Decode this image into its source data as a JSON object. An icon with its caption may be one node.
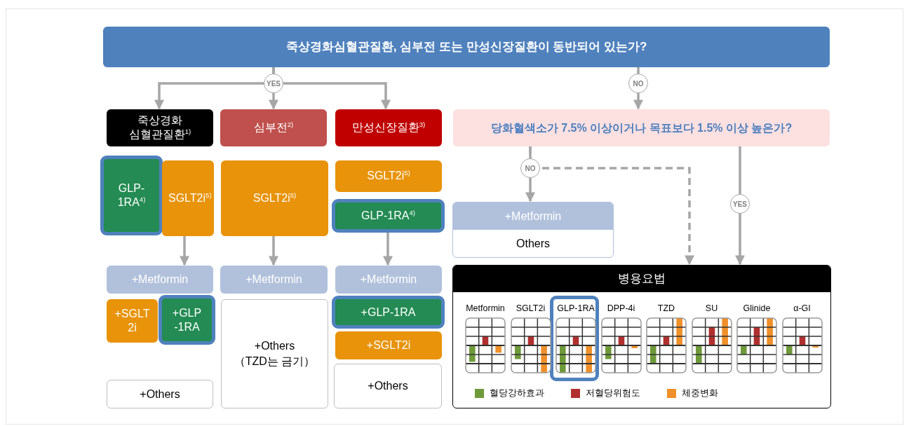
{
  "diagram": {
    "nodes": [
      {
        "text": [
          "죽상경화심혈관질환, 심부전 또는 만성신장질환이 동반되어 있는가?"
        ]
      },
      {
        "text": [
          "죽상경화 심혈관질환$^{1)}$"
        ]
      },
      {
        "text": [
          "심부전$^{2)}$"
        ]
      },
      {
        "text": [
          "만성신장질환$^{3)}$"
        ]
      },
      {
        "text": [
          "GLP-1RA$^{4)}$"
        ]
      },
      {
        "text": [
          "SGLT2i$^{5)}$"
        ]
      },
      {
        "text": [
          "SGLT2i$^{5)}$"
        ]
      },
      {
        "text": [
          "SGLT2i$^{5)}$"
        ]
      },
      {
        "text": [
          "GLP-1RA$^{4)}$"
        ]
      },
      {
        "text": [
          "+Metformin"
        ]
      },
      {
        "text": [
          "+SGLT 2i"
        ]
      },
      {
        "text": [
          "+GLP -1RA"
        ]
      },
      {
        "text": [
          "+Others"
        ]
      },
      {
        "text": [
          "+Metformin"
        ]
      },
      {
        "text": [
          "+Others",
          "（TZD는 금기）"
        ]
      },
      {
        "text": [
          "+Metformin"
        ]
      },
      {
        "text": [
          "+GLP-1RA"
        ]
      },
      {
        "text": [
          "+SGLT2i"
        ]
      },
      {
        "text": [
          "+Others"
        ]
      },
      {
        "text": [
          "당화혈색소가 7.5% 이상이거나 목표보다 1.5% 이상 높은가?"
        ]
      },
      {
        "text": [
          "+Metformin",
          "Others"
        ]
      },
      {
        "text": [
          "병용요법"
        ]
      }
    ],
    "edges": [
      {
        "from": 0,
        "to": 1,
        "arrow": "to"
      },
      {
        "from": 0,
        "to": 2,
        "arrow": "to",
        "label": "YES"
      },
      {
        "from": 0,
        "to": 3,
        "arrow": "to"
      },
      {
        "from": 0,
        "to": 19,
        "arrow": "to",
        "label": "NO"
      },
      {
        "from": 5,
        "to": 9,
        "arrow": "to"
      },
      {
        "from": 6,
        "to": 13,
        "arrow": "to"
      },
      {
        "from": 8,
        "to": 15,
        "arrow": "to"
      },
      {
        "from": 19,
        "to": 20,
        "arrow": "to",
        "label": "NO"
      },
      {
        "from": 19,
        "to": 21,
        "arrow": "to",
        "style": "dashed"
      },
      {
        "from": 19,
        "to": 21,
        "arrow": "to",
        "label": "YES"
      }
    ],
    "labels": [
      "Metformin",
      "SGLT2i",
      "GLP-1RA",
      "DPP-4i",
      "TZD",
      "SU",
      "Glinide",
      "α-GI"
    ],
    "legend": [
      {
        "text": "혈당강하효과",
        "color": "#6e9a3a"
      },
      {
        "text": "저혈당위험도",
        "color": "#b0302f"
      },
      {
        "text": "체중변화",
        "color": "#f0902a"
      }
    ]
  }
}
